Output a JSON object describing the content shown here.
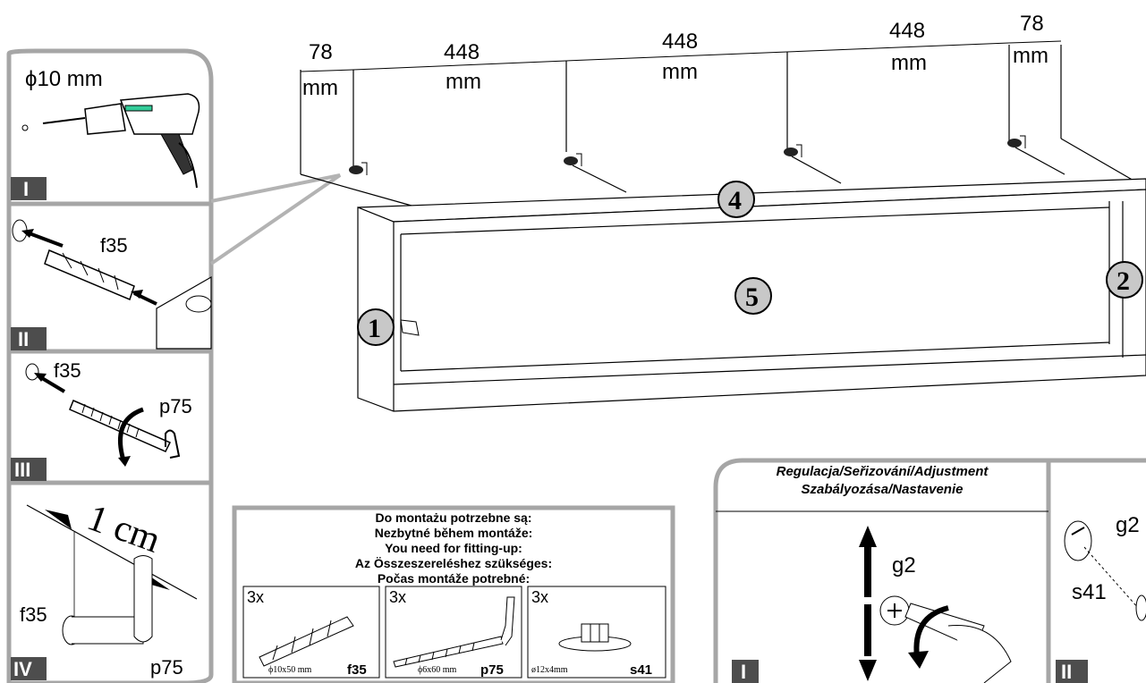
{
  "dimensions": {
    "left_edge": {
      "value": "78",
      "unit": "mm"
    },
    "span_1": {
      "value": "448",
      "unit": "mm"
    },
    "span_2": {
      "value": "448",
      "unit": "mm"
    },
    "span_3": {
      "value": "448",
      "unit": "mm"
    },
    "right_edge": {
      "value": "78",
      "unit": "mm"
    }
  },
  "callouts": [
    "1",
    "2",
    "4",
    "5"
  ],
  "steps": {
    "i": {
      "badge": "I",
      "label": "ϕ10 mm"
    },
    "ii": {
      "badge": "II",
      "label": "f35"
    },
    "iii": {
      "badge": "III",
      "label_f": "f35",
      "label_p": "p75"
    },
    "iv": {
      "badge": "IV",
      "measure": "1 cm",
      "label_f": "f35",
      "label_p": "p75"
    }
  },
  "parts_box": {
    "headings": [
      "Do montażu potrzebne są:",
      "Nezbytné během montáže:",
      "You need for fitting-up:",
      "Az Összeszereléshez szükséges:",
      "Počas montáže potrebné:"
    ],
    "parts": [
      {
        "qty": "3x",
        "size": "ϕ10x50 mm",
        "code": "f35",
        "icon": "wall-plug-icon"
      },
      {
        "qty": "3x",
        "size": "ϕ6x60 mm",
        "code": "p75",
        "icon": "hook-screw-icon"
      },
      {
        "qty": "3x",
        "size": "ø12x4mm",
        "code": "s41",
        "icon": "adjuster-cap-icon"
      }
    ]
  },
  "adjustment": {
    "title_1": "Regulacja/Seřizování/Adjustment",
    "title_2": "Szabályozása/Nastavenie",
    "badge_1": "I",
    "badge_2": "II",
    "label_g2": "g2",
    "label_g2_b": "g2",
    "label_s41": "s41"
  },
  "colors": {
    "panel_border": "#a6a6a6",
    "badge": "#4d4d4d",
    "callout_fill": "#c8c8c8"
  }
}
